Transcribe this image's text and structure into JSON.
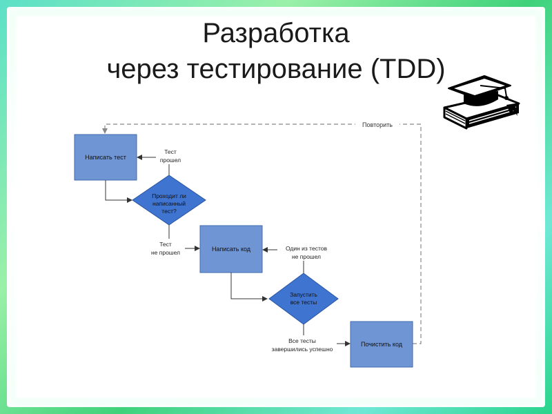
{
  "title": {
    "line1": "Разработка",
    "line2": "через тестирование (TDD)"
  },
  "diagram": {
    "repeat_label": "Повторить",
    "nodes": {
      "write_test": "Написать тест",
      "check_test_lines": [
        "Проходит ли",
        "написанный",
        "тест?"
      ],
      "write_code": "Написать код",
      "run_tests_lines": [
        "Запустить",
        "все тесты"
      ],
      "cleanup": "Почистить код"
    },
    "edges": {
      "test_passed_lines": [
        "Тест",
        "прошел"
      ],
      "test_failed_lines": [
        "Тест",
        "не прошел"
      ],
      "one_failed_lines": [
        "Один из тестов",
        "не прошел"
      ],
      "all_passed_lines": [
        "Все тесты",
        "завершились успешно"
      ]
    }
  },
  "icons": {
    "cap_icon": "graduation-cap-on-book-icon"
  },
  "colors": {
    "box_fill": "#6f95d4",
    "box_stroke": "#3f6aae",
    "diamond_fill": "#3f74d0",
    "line": "#333333",
    "dashed": "#888888"
  }
}
